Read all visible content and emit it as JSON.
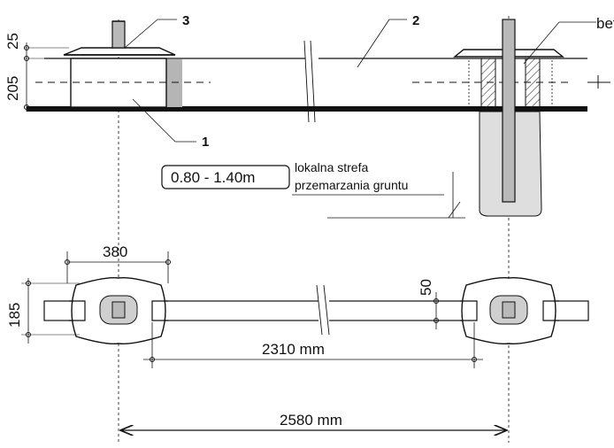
{
  "dimensions": {
    "top_height_small": "25",
    "top_height_large": "205",
    "width_block": "380",
    "height_plan": "185",
    "gap": "50",
    "inner_span": "2310 mm",
    "outer_span": "2580 mm"
  },
  "frost_zone": {
    "depth_range": "0.80 - 1.40m",
    "label_line1": "lokalna strefa",
    "label_line2": "przemarzania gruntu"
  },
  "callouts": {
    "one": "1",
    "two": "2",
    "three": "3",
    "concrete": "beton"
  },
  "colors": {
    "line": "#111111",
    "ground_fill": "#dedede",
    "post_fill": "#b9b9b9",
    "shadow_fill": "#b5b5b5",
    "hatch": "#333333"
  }
}
